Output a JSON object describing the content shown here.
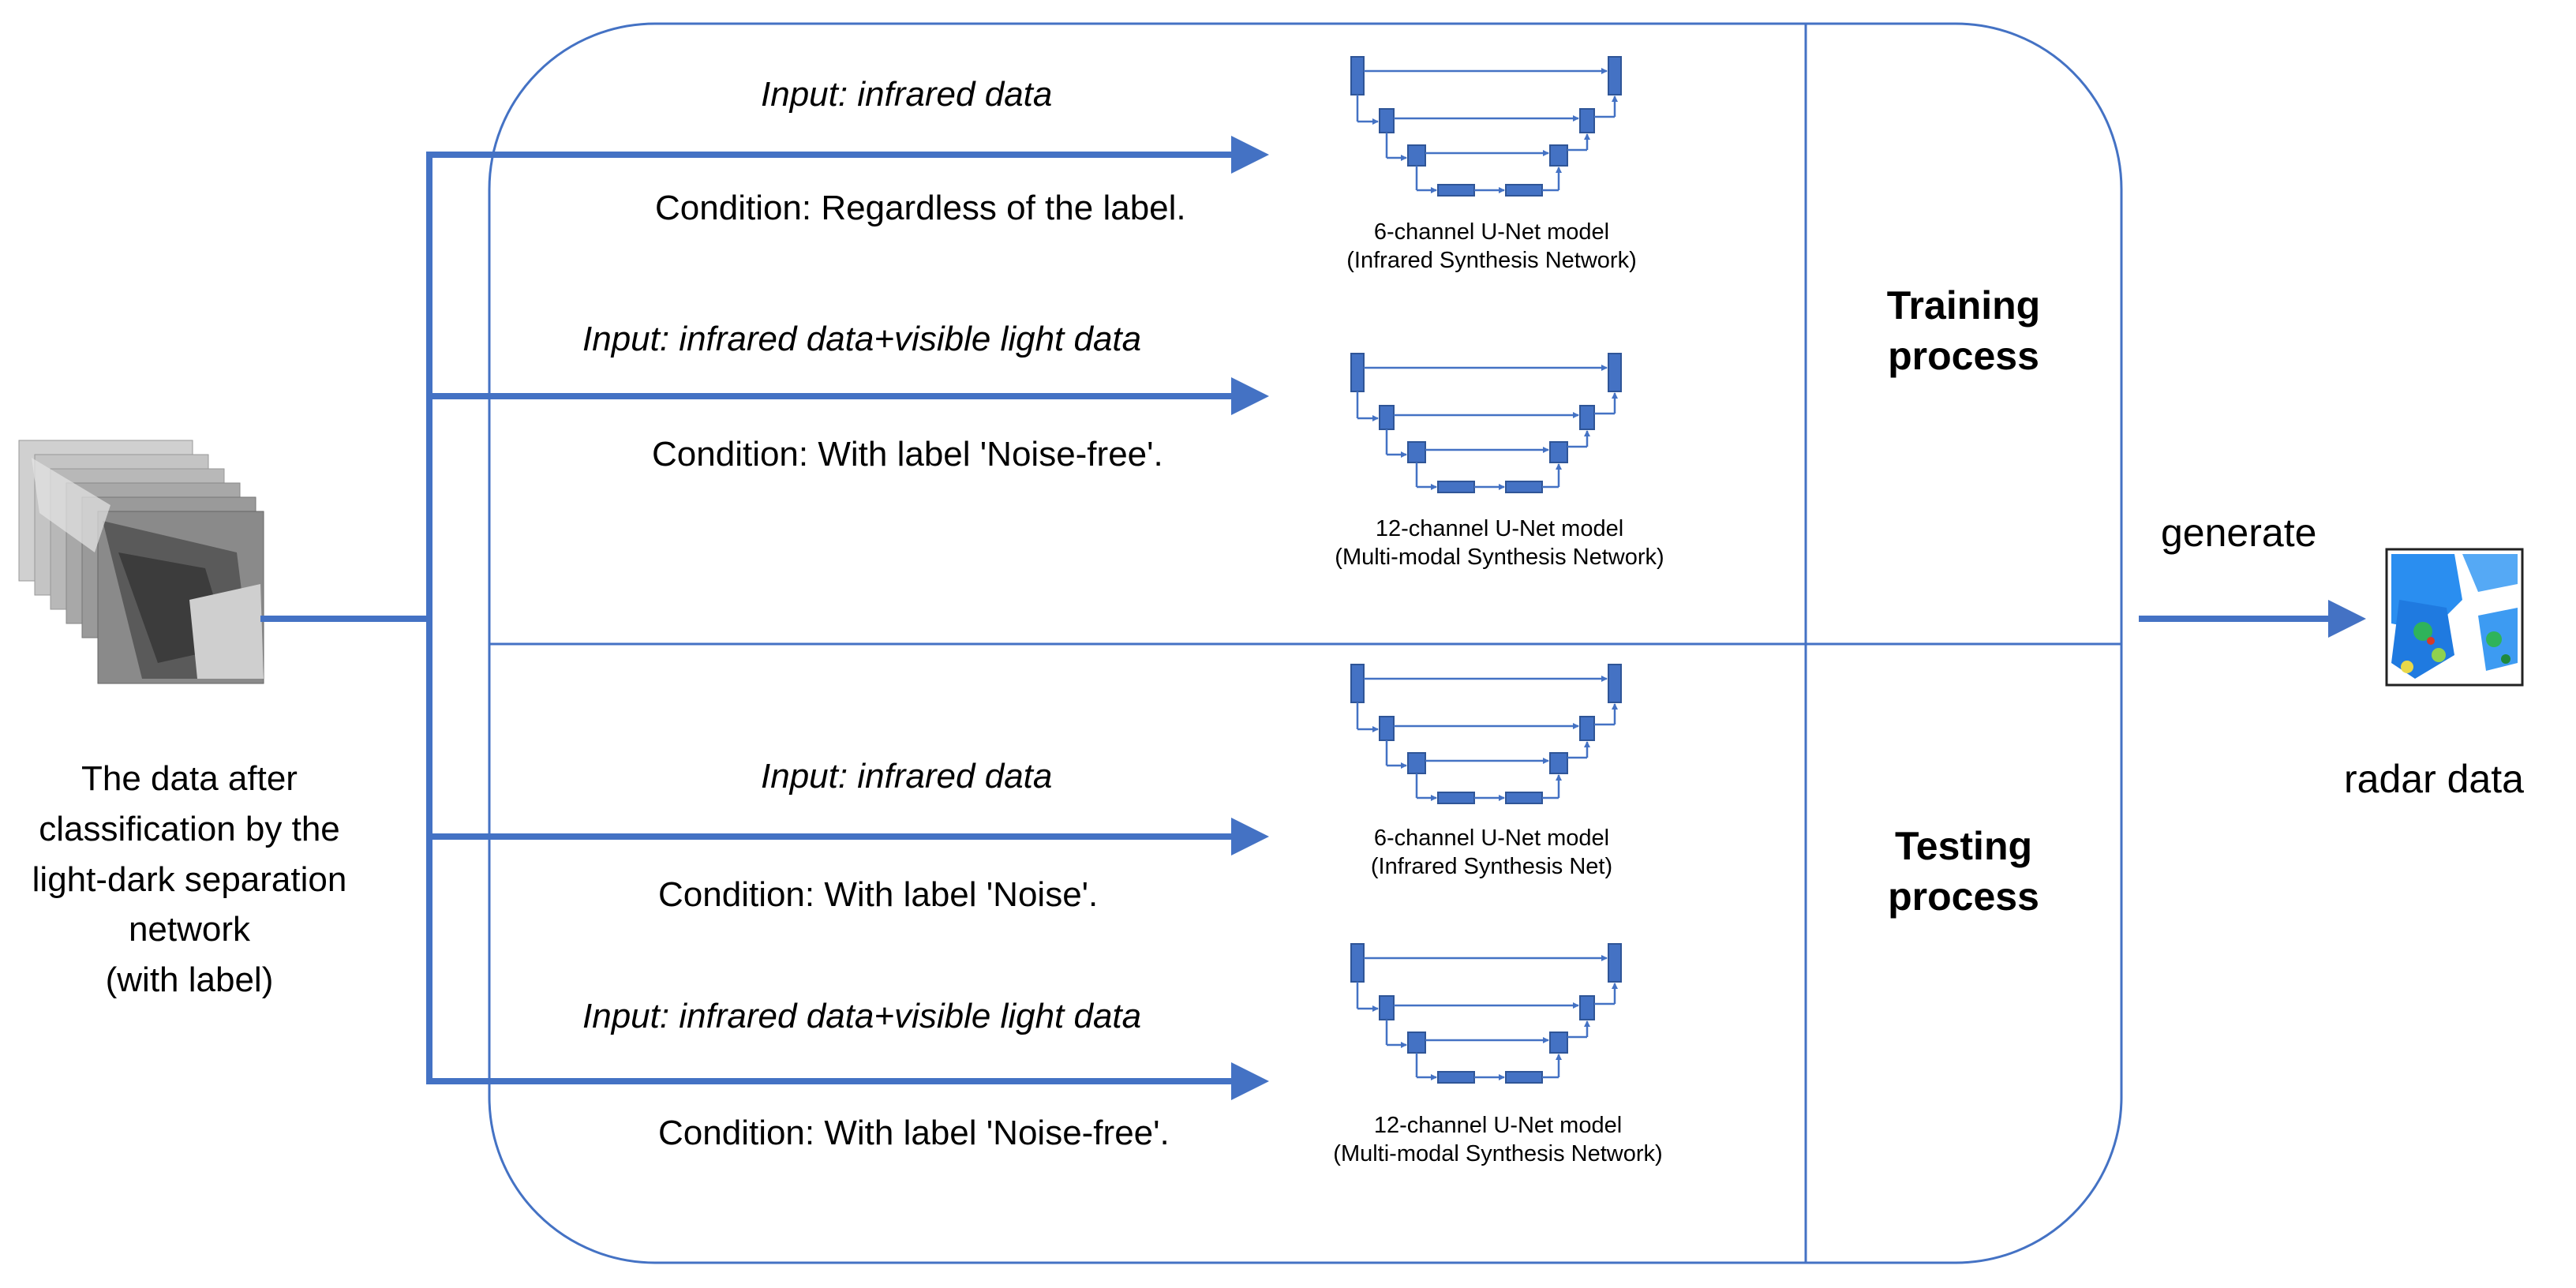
{
  "input_block": {
    "description": [
      "The data after",
      "classification by the",
      "light-dark separation",
      "network",
      "(with label)"
    ]
  },
  "branches": [
    {
      "input": "Input: infrared data",
      "condition": "Condition: Regardless of the label.",
      "model": "6-channel U-Net model",
      "network": "(Infrared Synthesis Network)"
    },
    {
      "input": "Input: infrared data+visible light data",
      "condition": "Condition: With label 'Noise-free'.",
      "model": "12-channel U-Net model",
      "network": "(Multi-modal Synthesis Network)"
    },
    {
      "input": "Input: infrared data",
      "condition": "Condition: With label 'Noise'.",
      "model": "6-channel U-Net model",
      "network": "(Infrared Synthesis Net)"
    },
    {
      "input": "Input: infrared data+visible light data",
      "condition": "Condition: With label 'Noise-free'.",
      "model": "12-channel U-Net model",
      "network": "(Multi-modal Synthesis Network)"
    }
  ],
  "phases": {
    "training": [
      "Training",
      "process"
    ],
    "testing": [
      "Testing",
      "process"
    ]
  },
  "output": {
    "arrow_label": "generate",
    "result_label": "radar data"
  },
  "colors": {
    "line": "#4472c4",
    "block": "#4472c4",
    "block_border": "#2f5597",
    "frame": "#4472c4"
  }
}
